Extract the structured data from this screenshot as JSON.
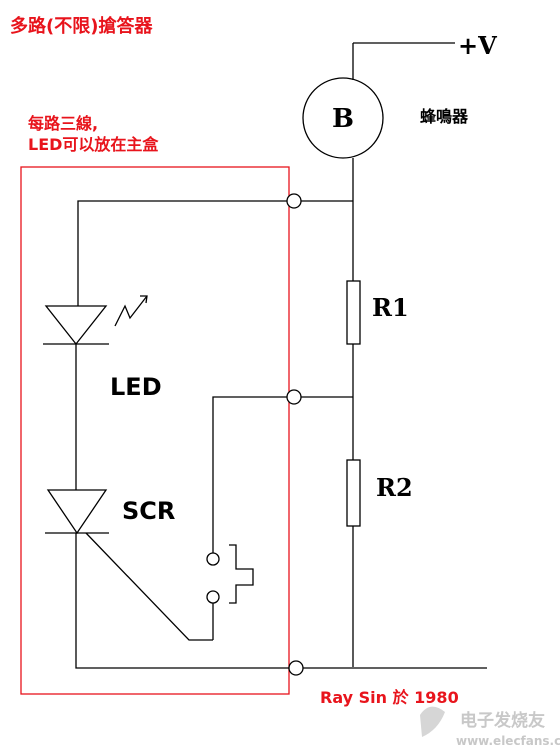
{
  "diagram": {
    "title": "多路(不限)搶答器",
    "note_line1": "每路三線,",
    "note_line2": "LED可以放在主盒",
    "supply_label": "+V",
    "buzzer_symbol": "B",
    "buzzer_label": "蜂鳴器",
    "r1_label": "R1",
    "r2_label": "R2",
    "led_label": "LED",
    "scr_label": "SCR",
    "credit": "Ray Sin 於 1980",
    "watermark": "电子发烧友",
    "watermark_url": "www.elecfans.com"
  },
  "colors": {
    "annotation_red": "#e8141c",
    "line_black": "#000000",
    "watermark_gray": "#c8c8c8"
  }
}
